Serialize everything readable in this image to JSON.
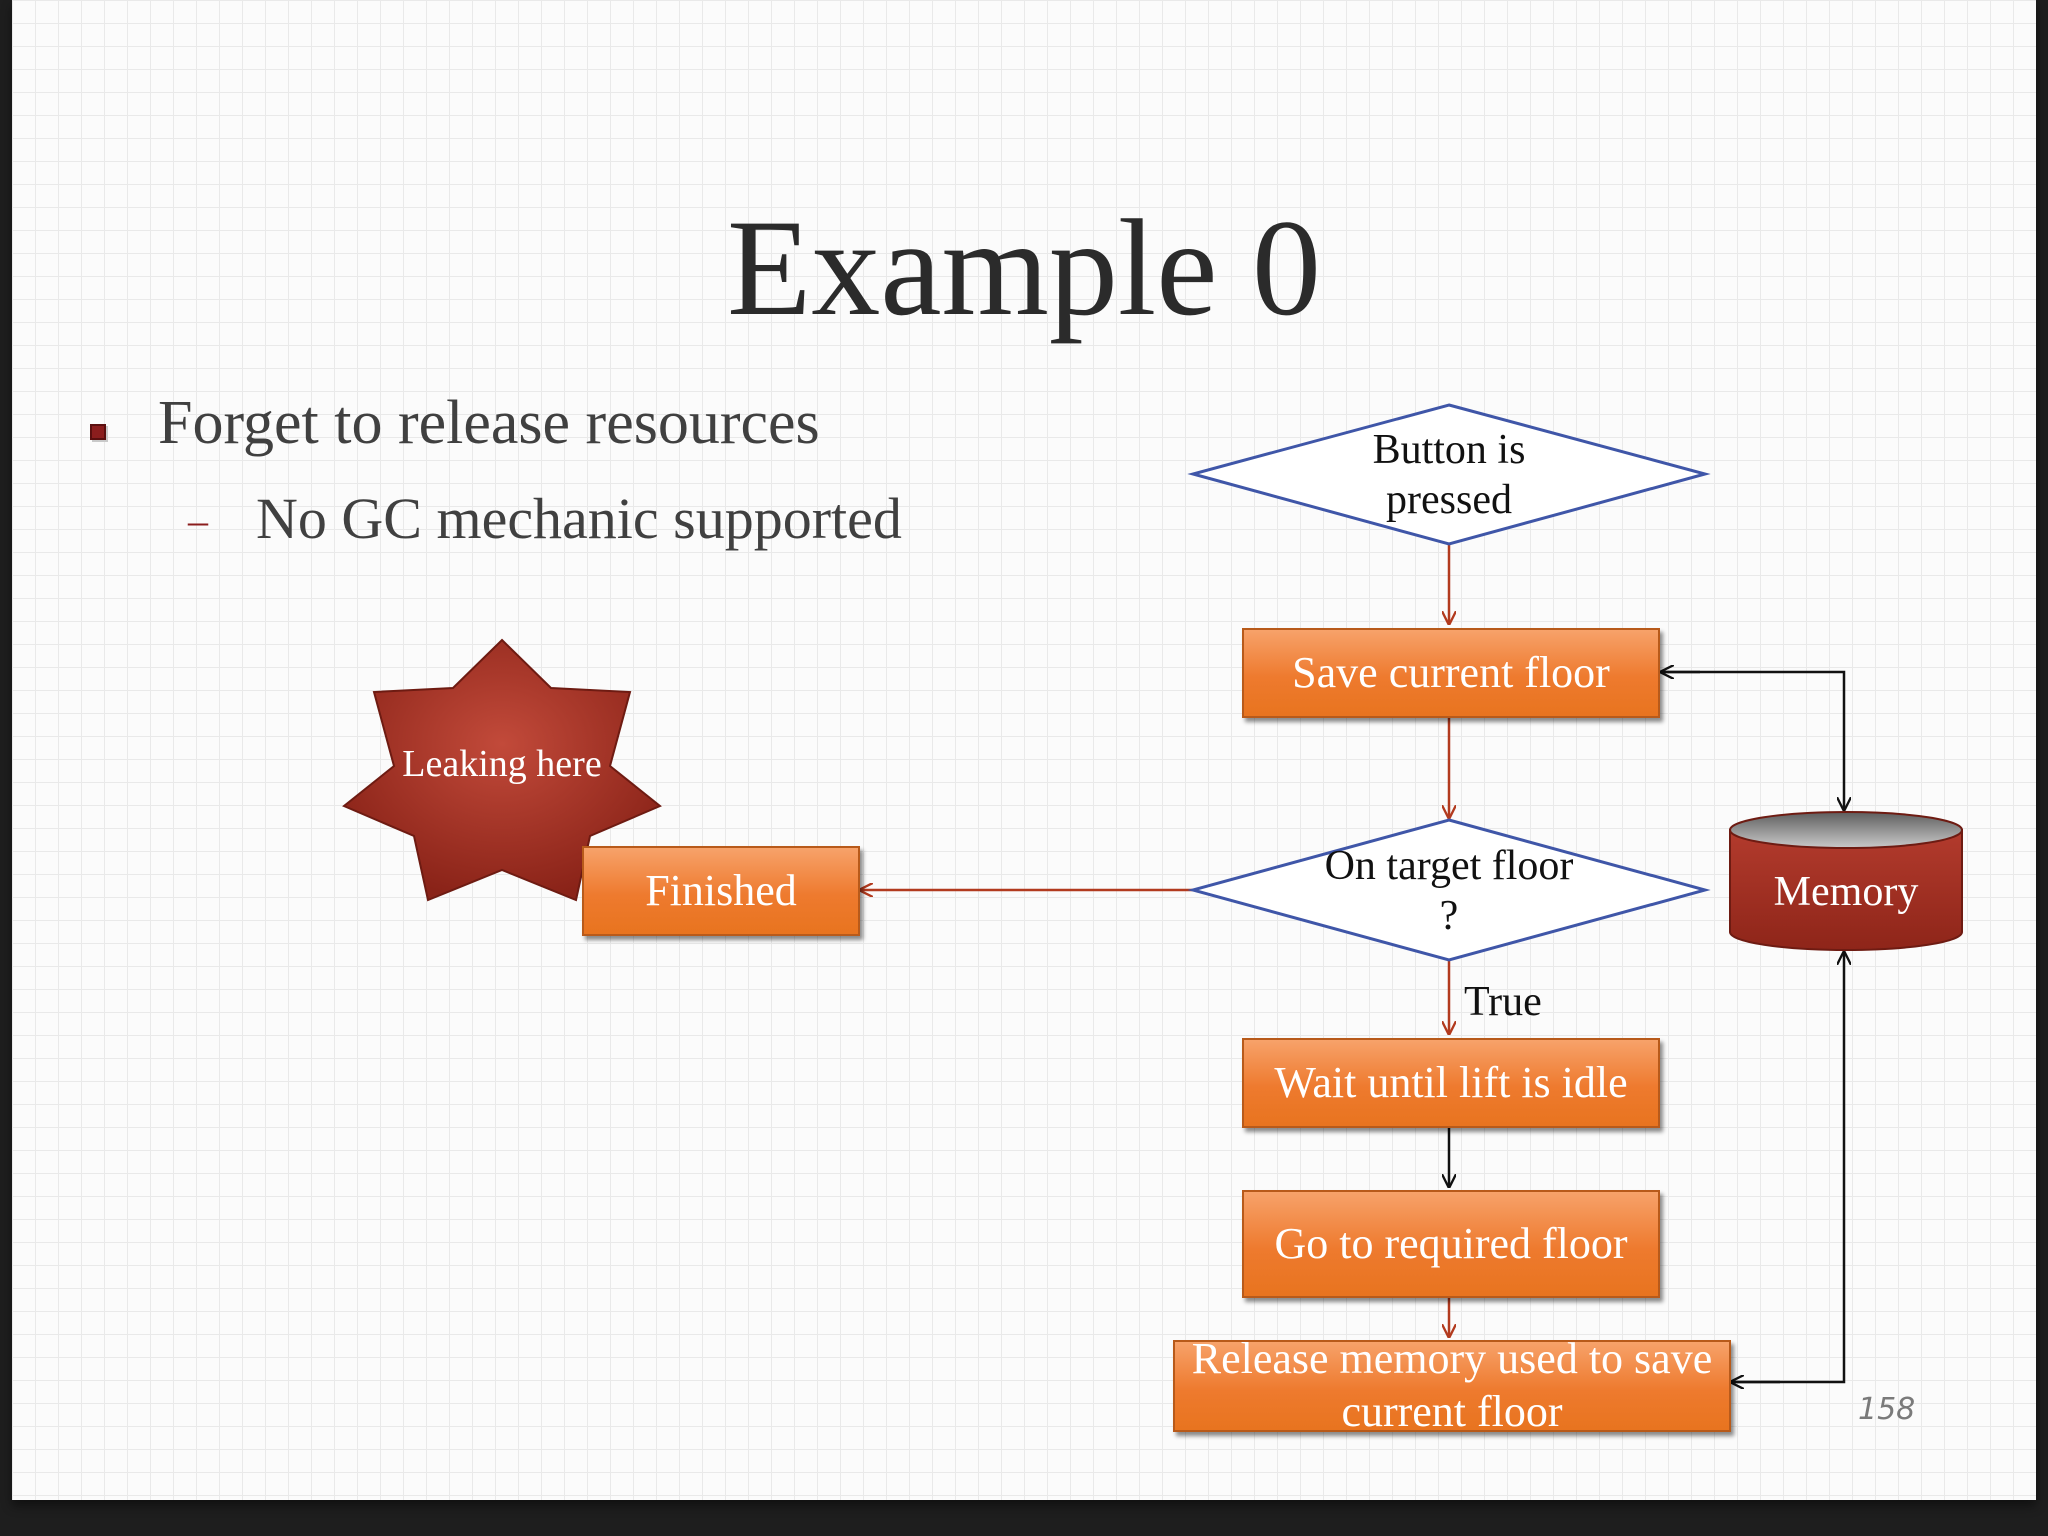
{
  "slide": {
    "title": "Example 0",
    "bullet_1": "Forget to release resources",
    "bullet_2": "No GC mechanic supported",
    "bullet_2_dash": "–",
    "page_number": "158"
  },
  "diagram": {
    "decision_button": "Button is pressed",
    "step_save": "Save current floor",
    "decision_target": "On target floor ?",
    "true_label": "True",
    "step_wait": "Wait until lift is idle",
    "step_go": "Go to required floor",
    "step_release": "Release memory used to save current floor",
    "finished": "Finished",
    "leak_star": "Leaking here",
    "memory": "Memory"
  },
  "colors": {
    "accent": "#8b1d1d",
    "box_orange": "#ee7a2e",
    "diamond_stroke": "#3f56a8",
    "star_red": "#a63428",
    "memory_red": "#a8352a"
  }
}
